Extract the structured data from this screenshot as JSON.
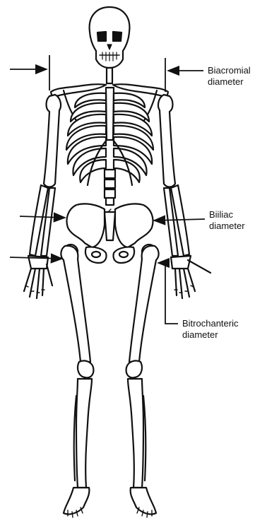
{
  "labels": {
    "biacromial": {
      "line1": "Biacromial",
      "line2": "diameter"
    },
    "biiliac": {
      "line1": "Biiliac",
      "line2": "diameter"
    },
    "bitrochanteric": {
      "line1": "Bitrochanteric",
      "line2": "diameter"
    }
  },
  "colors": {
    "ink": "#111111",
    "bone": "#ffffff",
    "background": "#ffffff"
  }
}
